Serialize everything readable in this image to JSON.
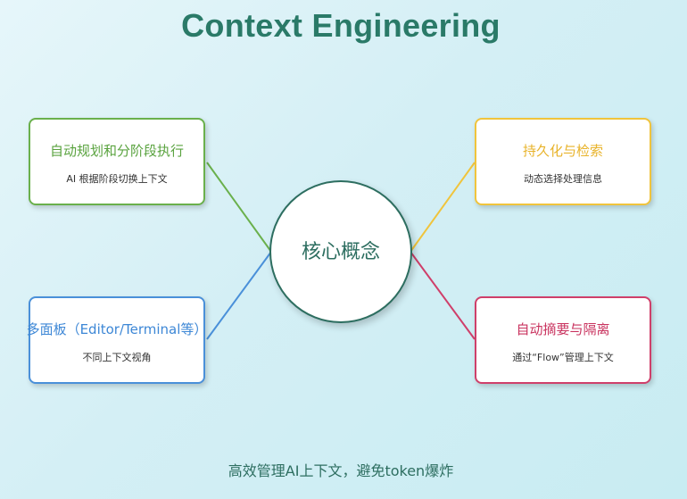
{
  "title": "Context Engineering",
  "core": {
    "label": "核心概念"
  },
  "cards": {
    "top_left": {
      "title": "自动规划和分阶段执行",
      "desc": "AI 根据阶段切换上下文"
    },
    "bottom_left": {
      "title": "多面板（Editor/Terminal等）",
      "desc": "不同上下文视角"
    },
    "top_right": {
      "title": "持久化与检索",
      "desc": "动态选择处理信息"
    },
    "bottom_right": {
      "title": "自动摘要与隔离",
      "desc": "通过“Flow”管理上下文"
    }
  },
  "footer": "高效管理AI上下文，避免token爆炸",
  "colors": {
    "green": "#6ab04c",
    "blue": "#4a90d9",
    "yellow": "#f0c43c",
    "red": "#cf3f6a",
    "teal": "#2d6e60"
  }
}
